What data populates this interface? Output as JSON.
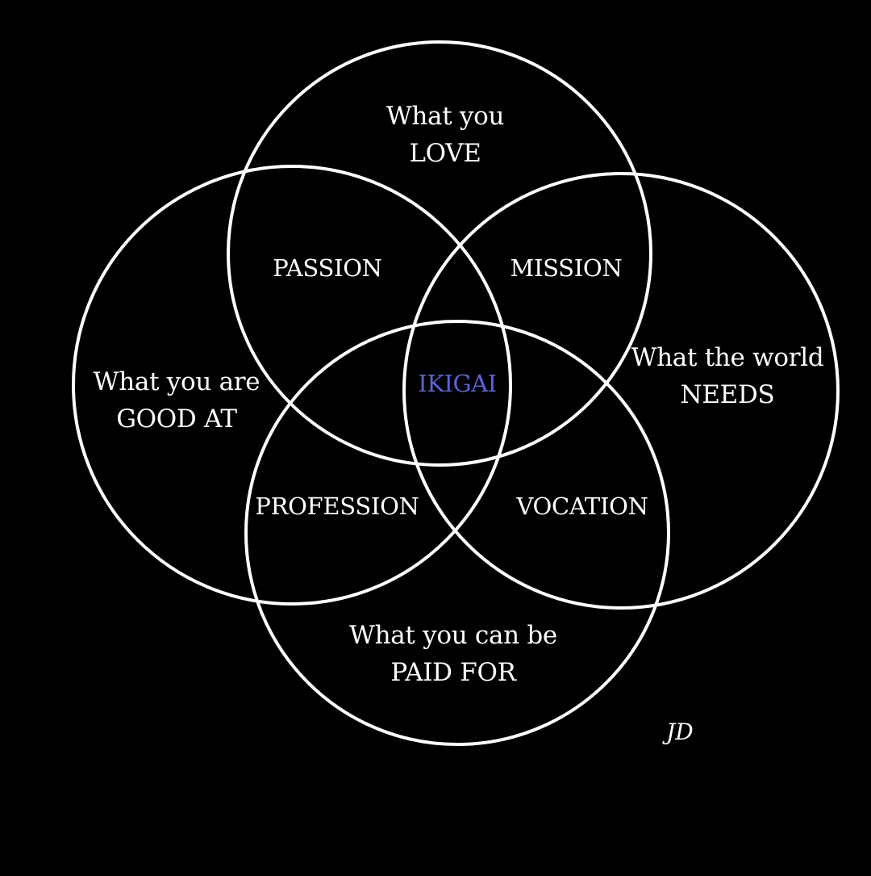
{
  "diagram": {
    "background_color": "#000000",
    "line_color": "#ffffff",
    "accent_color": "#5b63d6",
    "circles": {
      "love": {
        "line1": "What you",
        "line2": "LOVE"
      },
      "good_at": {
        "line1": "What you are",
        "line2": "GOOD AT"
      },
      "world_needs": {
        "line1": "What the world",
        "line2": "NEEDS"
      },
      "paid_for": {
        "line1": "What you can be",
        "line2": "PAID FOR"
      }
    },
    "intersections": {
      "passion": "PASSION",
      "mission": "MISSION",
      "profession": "PROFESSION",
      "vocation": "VOCATION"
    },
    "center": "IKIGAI",
    "signature": "JD"
  }
}
